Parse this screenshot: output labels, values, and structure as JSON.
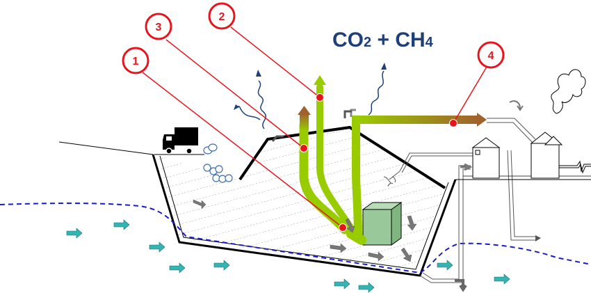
{
  "gas_label": {
    "part1": "CO",
    "sub1": "2",
    "plus": " + CH",
    "sub2": "4"
  },
  "callouts": [
    {
      "number": "1"
    },
    {
      "number": "2"
    },
    {
      "number": "3"
    },
    {
      "number": "4"
    }
  ],
  "colors": {
    "callout_red": "#e8141c",
    "gas_green": "#99cc00",
    "flare_brown": "#a0622d",
    "groundwater_blue": "#1a1acc",
    "leachate_cyan": "#33b5b5",
    "gas_text": "#1f3f7a",
    "container_green": "#99c99a"
  },
  "icons": [
    "truck-icon",
    "house-icon",
    "factory-icon",
    "smoke-icon",
    "power-line-icon"
  ]
}
